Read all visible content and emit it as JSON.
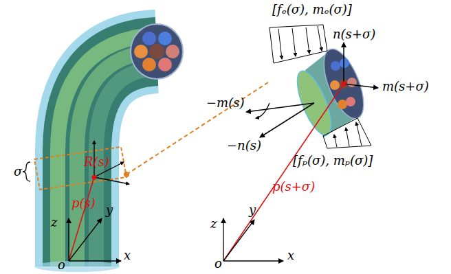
{
  "diagram": {
    "labels": [
      "[fₑ(σ), mₑ(σ)]",
      "n(s+σ)",
      "σ",
      "R(s)",
      "−m(s)",
      "m(s+σ)",
      "p(s)",
      "y",
      "z",
      "−n(s)",
      "[fₚ(σ), mₚ(σ)]",
      "p(s+σ)",
      "z",
      "y",
      "o",
      "x",
      "o",
      "x"
    ]
  }
}
